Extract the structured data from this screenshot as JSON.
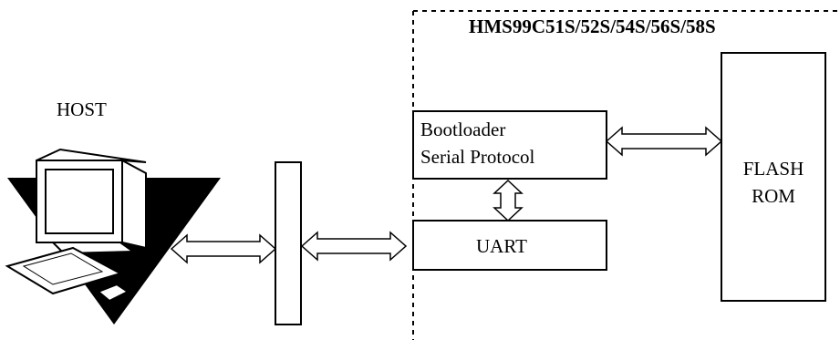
{
  "chip": {
    "title": "HMS99C51S/52S/54S/56S/58S"
  },
  "host": {
    "label": "HOST"
  },
  "blocks": {
    "bootloader": {
      "line1": "Bootloader",
      "line2": "Serial Protocol"
    },
    "uart": {
      "label": "UART"
    },
    "flash": {
      "line1": "FLASH",
      "line2": "ROM"
    }
  }
}
